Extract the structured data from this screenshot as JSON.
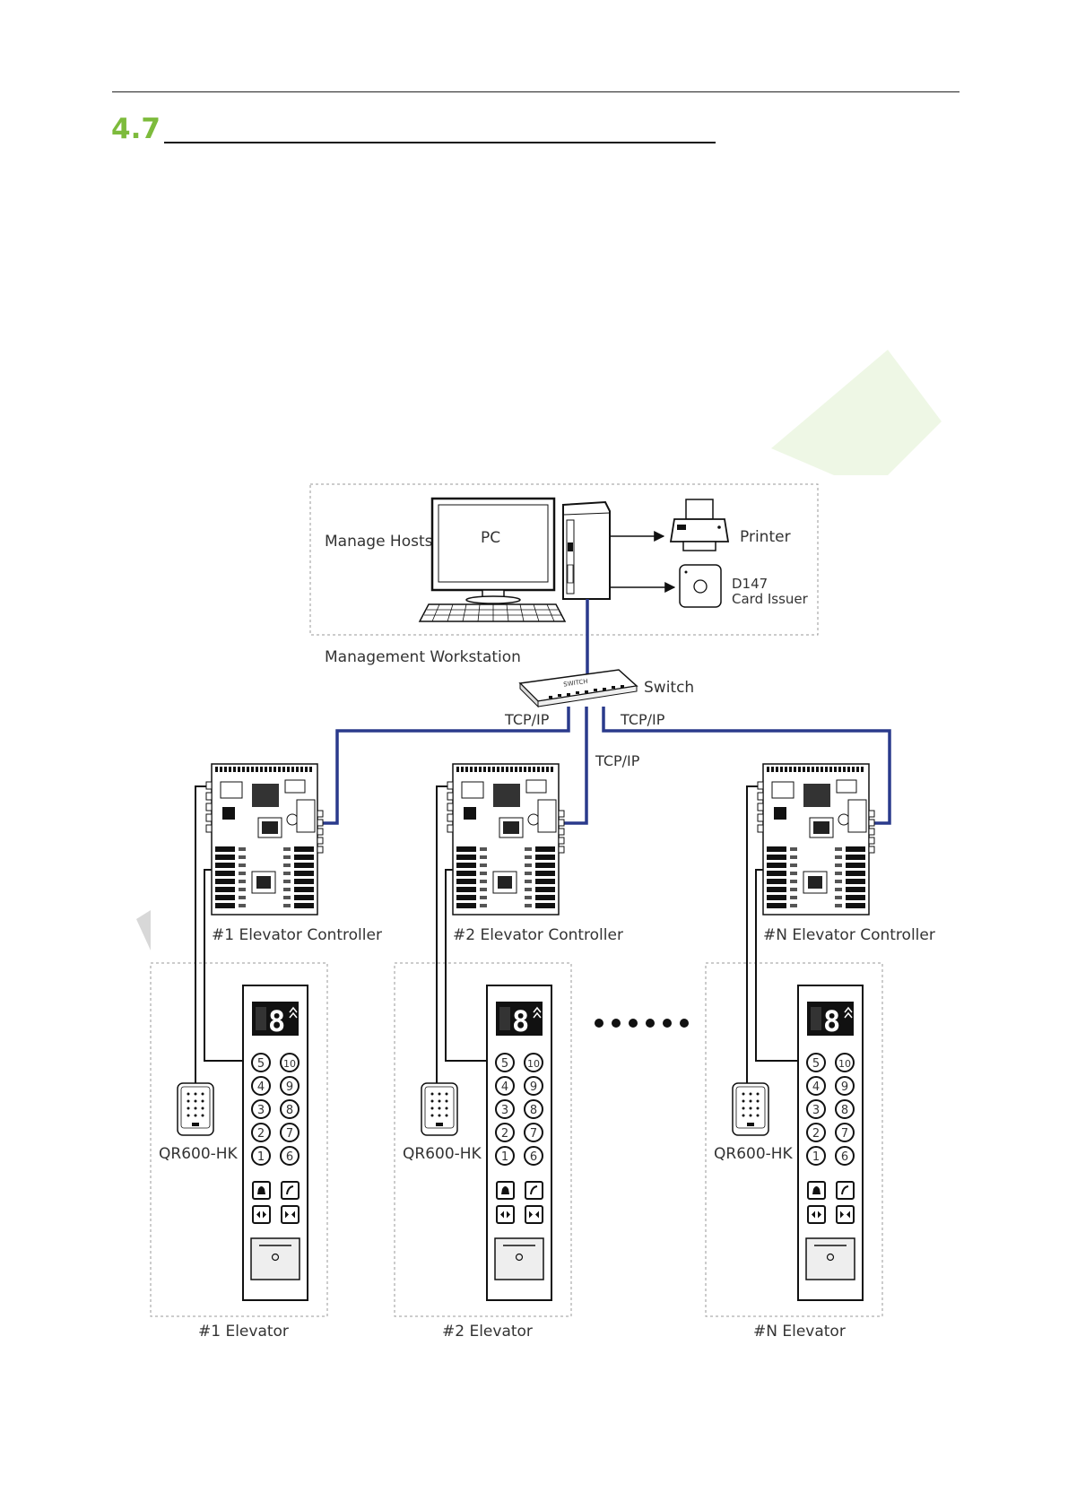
{
  "section": {
    "number": "4.7"
  },
  "diagram": {
    "workstation": {
      "caption": "Management Workstation",
      "manage_hosts": "Manage Hosts",
      "pc": "PC",
      "printer": "Printer",
      "card_issuer_model": "D147",
      "card_issuer": "Card Issuer"
    },
    "switch": {
      "label": "Switch",
      "device_text": "SWITCH"
    },
    "links": {
      "left": "TCP/IP",
      "center": "TCP/IP",
      "right": "TCP/IP"
    },
    "controllers": [
      {
        "label": "#1 Elevator Controller"
      },
      {
        "label": "#2 Elevator Controller"
      },
      {
        "label": "#N Elevator Controller"
      }
    ],
    "elevators": [
      {
        "label": "#1 Elevator",
        "reader": "QR600-HK"
      },
      {
        "label": "#2 Elevator",
        "reader": "QR600-HK"
      },
      {
        "label": "#N Elevator",
        "reader": "QR600-HK"
      }
    ],
    "panel": {
      "display": "8",
      "buttons_left": [
        "5",
        "4",
        "3",
        "2",
        "1"
      ],
      "buttons_right": [
        "10",
        "9",
        "8",
        "7",
        "6"
      ]
    },
    "colors": {
      "network_line": "#2a3a8c",
      "accent": "#7dbb3c",
      "dashed_border": "#999999"
    }
  }
}
